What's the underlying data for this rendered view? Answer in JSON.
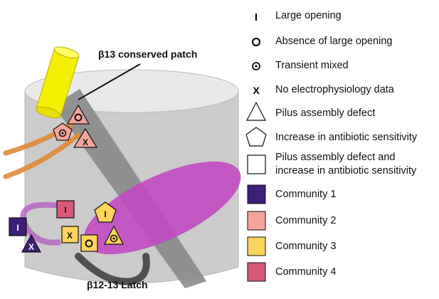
{
  "labels": {
    "conserved_patch": "β13 conserved patch",
    "latch": "β12-13 Latch"
  },
  "legend": [
    {
      "id": "large-opening",
      "symbol": "I",
      "label": "Large opening"
    },
    {
      "id": "absence-large-opening",
      "symbol": "O",
      "label": "Absence of large opening"
    },
    {
      "id": "transient-mixed",
      "symbol": "⊙",
      "label": "Transient mixed"
    },
    {
      "id": "no-ephys-data",
      "symbol": "X",
      "label": "No electrophysiology data"
    },
    {
      "id": "pilus-defect",
      "shape": "triangle",
      "label": "Pilus assembly defect"
    },
    {
      "id": "antibiotic-sensitivity",
      "shape": "pentagon",
      "label": "Increase in antibiotic sensitivity"
    },
    {
      "id": "pilus-and-antibiotic",
      "shape": "square",
      "label_line1": "Pilus assembly defect and",
      "label_line2": "increase in antibiotic sensitivity"
    },
    {
      "id": "community-1",
      "color": "#3d1f7a",
      "label": "Community 1"
    },
    {
      "id": "community-2",
      "color": "#f7a59c",
      "label": "Community 2"
    },
    {
      "id": "community-3",
      "color": "#fdd45c",
      "label": "Community 3"
    },
    {
      "id": "community-4",
      "color": "#d8587a",
      "label": "Community 4"
    }
  ],
  "markers": [
    {
      "id": "patch-top-circle",
      "shape": "triangle",
      "community": "community-2",
      "symbol": "circle"
    },
    {
      "id": "patch-mid-dot",
      "shape": "pentagon",
      "community": "community-2",
      "symbol": "dot"
    },
    {
      "id": "patch-mid-x",
      "shape": "triangle",
      "community": "community-2",
      "symbol": "X"
    },
    {
      "id": "latch-large-square",
      "shape": "square",
      "community": "community-4",
      "symbol": "I"
    },
    {
      "id": "latch-yellow-pentagon",
      "shape": "pentagon",
      "community": "community-3",
      "symbol": "I"
    },
    {
      "id": "latch-x-square",
      "shape": "square",
      "community": "community-3",
      "symbol": "X"
    },
    {
      "id": "latch-o-square",
      "shape": "square",
      "community": "community-3",
      "symbol": "circle"
    },
    {
      "id": "latch-dot-triangle",
      "shape": "triangle",
      "community": "community-3",
      "symbol": "dot"
    },
    {
      "id": "left-purple-square",
      "shape": "square",
      "community": "community-1",
      "symbol": "I"
    },
    {
      "id": "left-purple-triangle",
      "shape": "triangle",
      "community": "community-1",
      "symbol": "X"
    }
  ],
  "colors": {
    "barrel": "#cfcfcf",
    "barrel_top": "#e7e7e7",
    "patch_strip": "#8e8e8e",
    "plug": "#c247c2",
    "cylinder_helix": "#f2f000",
    "orange_loop": "#e08a3a",
    "latch_loop": "#5a5a5a"
  }
}
